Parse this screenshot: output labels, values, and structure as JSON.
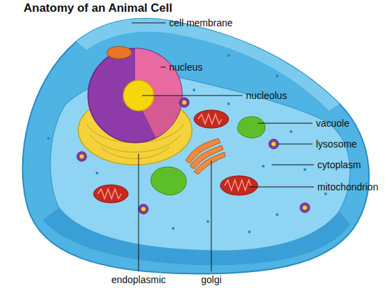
{
  "diagram": {
    "title": "Anatomy of an Animal Cell",
    "labels": [
      "cell membrane",
      "nucleus",
      "nucleolus",
      "vacuole",
      "lysosome",
      "cytoplasm",
      "mitochondrion",
      "endoplasmic",
      "golgi"
    ]
  }
}
